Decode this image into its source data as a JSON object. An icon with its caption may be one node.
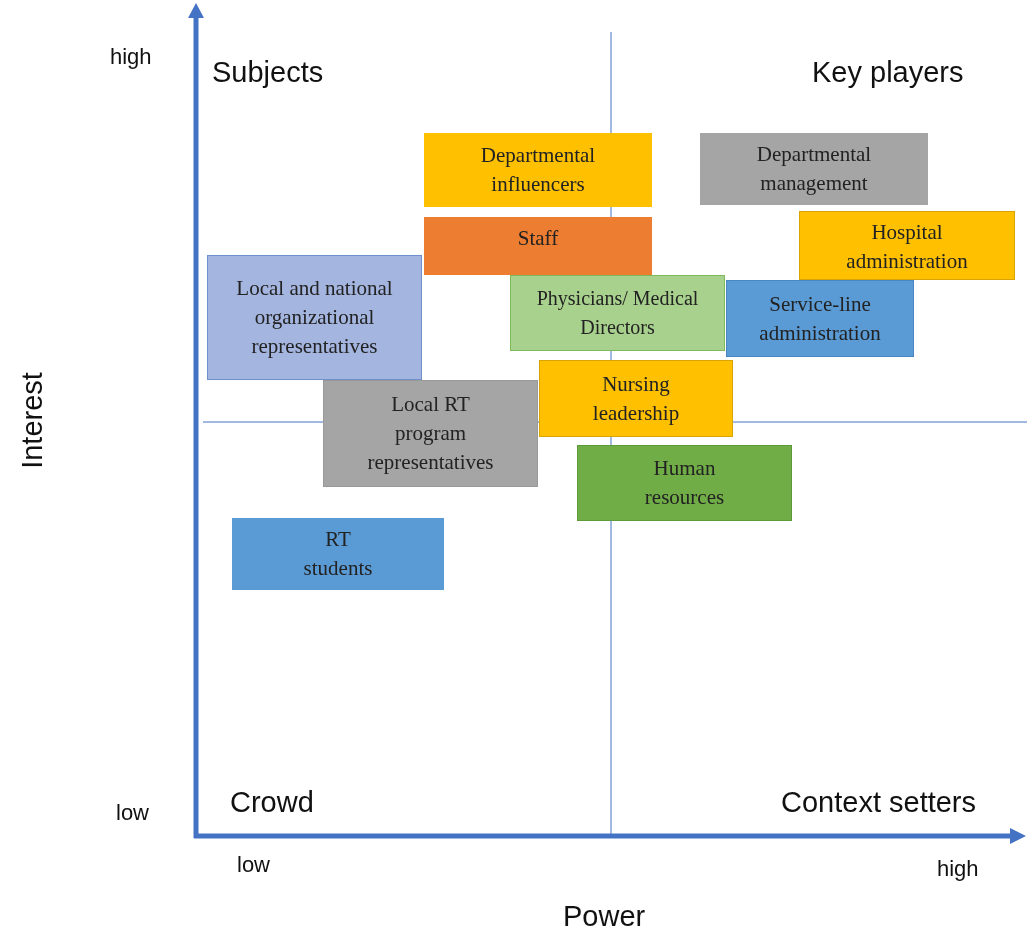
{
  "diagram": {
    "nodes": [
      {
        "text": [
          "Departmental influencers"
        ]
      },
      {
        "text": [
          "Departmental management"
        ]
      },
      {
        "text": [
          "Staff"
        ]
      },
      {
        "text": [
          "Hospital administration"
        ]
      },
      {
        "text": [
          "Local and national organizational representatives"
        ]
      },
      {
        "text": [
          "Physicians/ Medical Directors"
        ]
      },
      {
        "text": [
          "Service-line administration"
        ]
      },
      {
        "text": [
          "Nursing leadership"
        ]
      },
      {
        "text": [
          "Local RT program representatives"
        ]
      },
      {
        "text": [
          "Human resources"
        ]
      },
      {
        "text": [
          "RT students"
        ]
      }
    ],
    "edges": [],
    "labels": [
      "high",
      "Subjects",
      "Key players",
      "Interest",
      "low",
      "Crowd",
      "Context setters",
      "low",
      "high",
      "Power"
    ]
  }
}
